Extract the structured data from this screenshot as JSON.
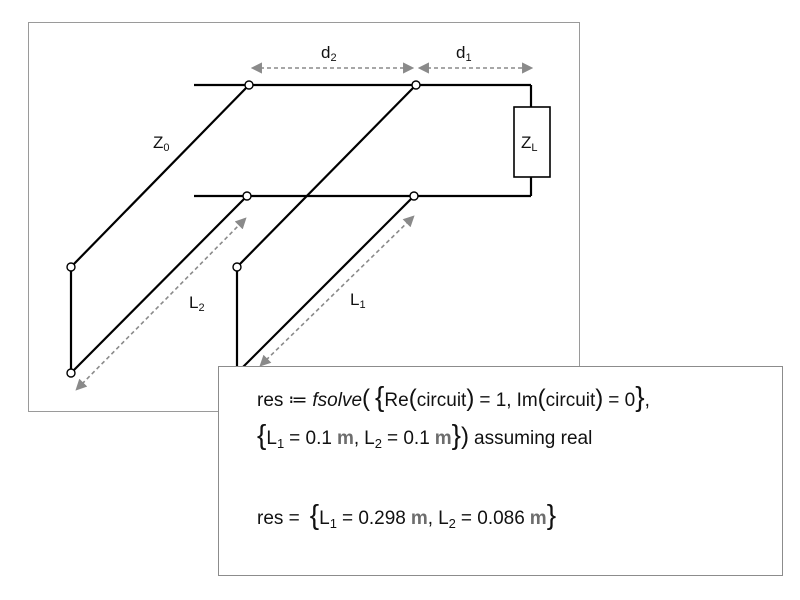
{
  "diagram": {
    "labels": {
      "z0": "Z",
      "z0_sub": "0",
      "zl": "Z",
      "zl_sub": "L",
      "d2": "d",
      "d2_sub": "2",
      "d1": "d",
      "d1_sub": "1",
      "l2": "L",
      "l2_sub": "2",
      "l1": "L",
      "l1_sub": "1"
    },
    "colors": {
      "line": "#000000",
      "dashed": "#8a8a8a",
      "node_fill": "#ffffff"
    }
  },
  "equations": {
    "line1": {
      "var": "res",
      "assign": "≔",
      "fn": "fsolve",
      "re": "Re",
      "im": "Im",
      "arg": "circuit",
      "eq1": "= 1,",
      "eq2": "= 0",
      "comma": ","
    },
    "line2": {
      "l1": "L",
      "l1_sub": "1",
      "l1_val": "= 0.1",
      "l1_unit": "m",
      "sep": ",",
      "l2": "L",
      "l2_sub": "2",
      "l2_val": "= 0.1",
      "l2_unit": "m",
      "suffix": "assuming real"
    },
    "line3": {
      "var": "res =",
      "l1": "L",
      "l1_sub": "1",
      "l1_val": "= 0.298",
      "l1_unit": "m",
      "sep": ",",
      "l2": "L",
      "l2_sub": "2",
      "l2_val": "= 0.086",
      "l2_unit": "m"
    }
  }
}
